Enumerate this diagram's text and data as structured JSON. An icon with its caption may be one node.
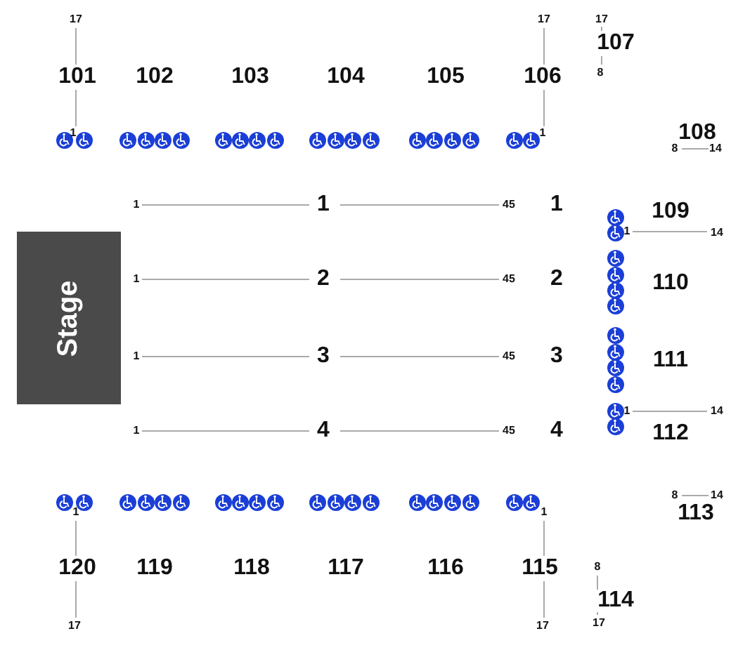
{
  "diagram": {
    "nodes": [
      {
        "text": [
          "Stage"
        ]
      }
    ],
    "labels": [
      "17",
      "17",
      "17",
      "101",
      "102",
      "103",
      "104",
      "105",
      "106",
      "107",
      "8",
      "1",
      "1",
      "108",
      "8",
      "14",
      "1",
      "1",
      "45",
      "1",
      "109",
      "1",
      "14",
      "1",
      "2",
      "45",
      "2",
      "110",
      "1",
      "3",
      "45",
      "3",
      "111",
      "1",
      "14",
      "1",
      "4",
      "45",
      "4",
      "112",
      "8",
      "14",
      "113",
      "1",
      "1",
      "120",
      "119",
      "118",
      "117",
      "116",
      "115",
      "8",
      "114",
      "17",
      "17",
      "17"
    ]
  }
}
